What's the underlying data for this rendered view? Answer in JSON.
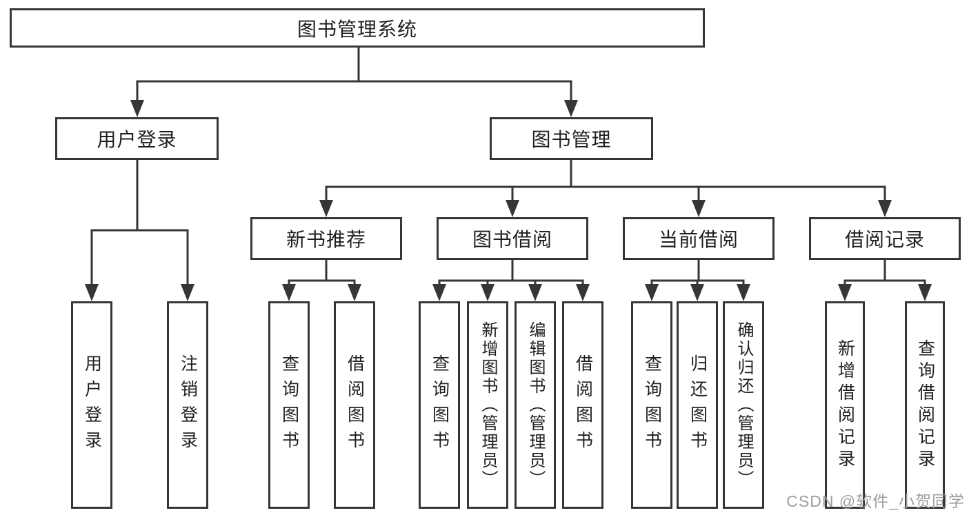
{
  "title": "图书管理系统",
  "watermark": "CSDN @软件_小贺同学",
  "colors": {
    "line": "#363636",
    "box_border": "#363636",
    "box_background": "#ffffff",
    "text": "#1f1f1f",
    "watermark": "#9e9e9e"
  },
  "nodes": {
    "root": {
      "label": "图书管理系统"
    },
    "level2": [
      {
        "label": "用户登录"
      },
      {
        "label": "图书管理"
      }
    ],
    "level3": [
      {
        "label": "新书推荐",
        "parent": "图书管理"
      },
      {
        "label": "图书借阅",
        "parent": "图书管理"
      },
      {
        "label": "当前借阅",
        "parent": "图书管理"
      },
      {
        "label": "借阅记录",
        "parent": "图书管理"
      }
    ],
    "leaves": [
      {
        "label": "用户登录",
        "parent": "用户登录"
      },
      {
        "label": "注销登录",
        "parent": "用户登录"
      },
      {
        "label": "查询图书",
        "parent": "新书推荐"
      },
      {
        "label": "借阅图书",
        "parent": "新书推荐"
      },
      {
        "label": "查询图书",
        "parent": "图书借阅"
      },
      {
        "label": "新增图书（管理员）",
        "parent": "图书借阅"
      },
      {
        "label": "编辑图书（管理员）",
        "parent": "图书借阅"
      },
      {
        "label": "借阅图书",
        "parent": "图书借阅"
      },
      {
        "label": "查询图书",
        "parent": "当前借阅"
      },
      {
        "label": "归还图书",
        "parent": "当前借阅"
      },
      {
        "label": "确认归还（管理员）",
        "parent": "当前借阅"
      },
      {
        "label": "新增借阅记录",
        "parent": "借阅记录"
      },
      {
        "label": "查询借阅记录",
        "parent": "借阅记录"
      }
    ]
  }
}
